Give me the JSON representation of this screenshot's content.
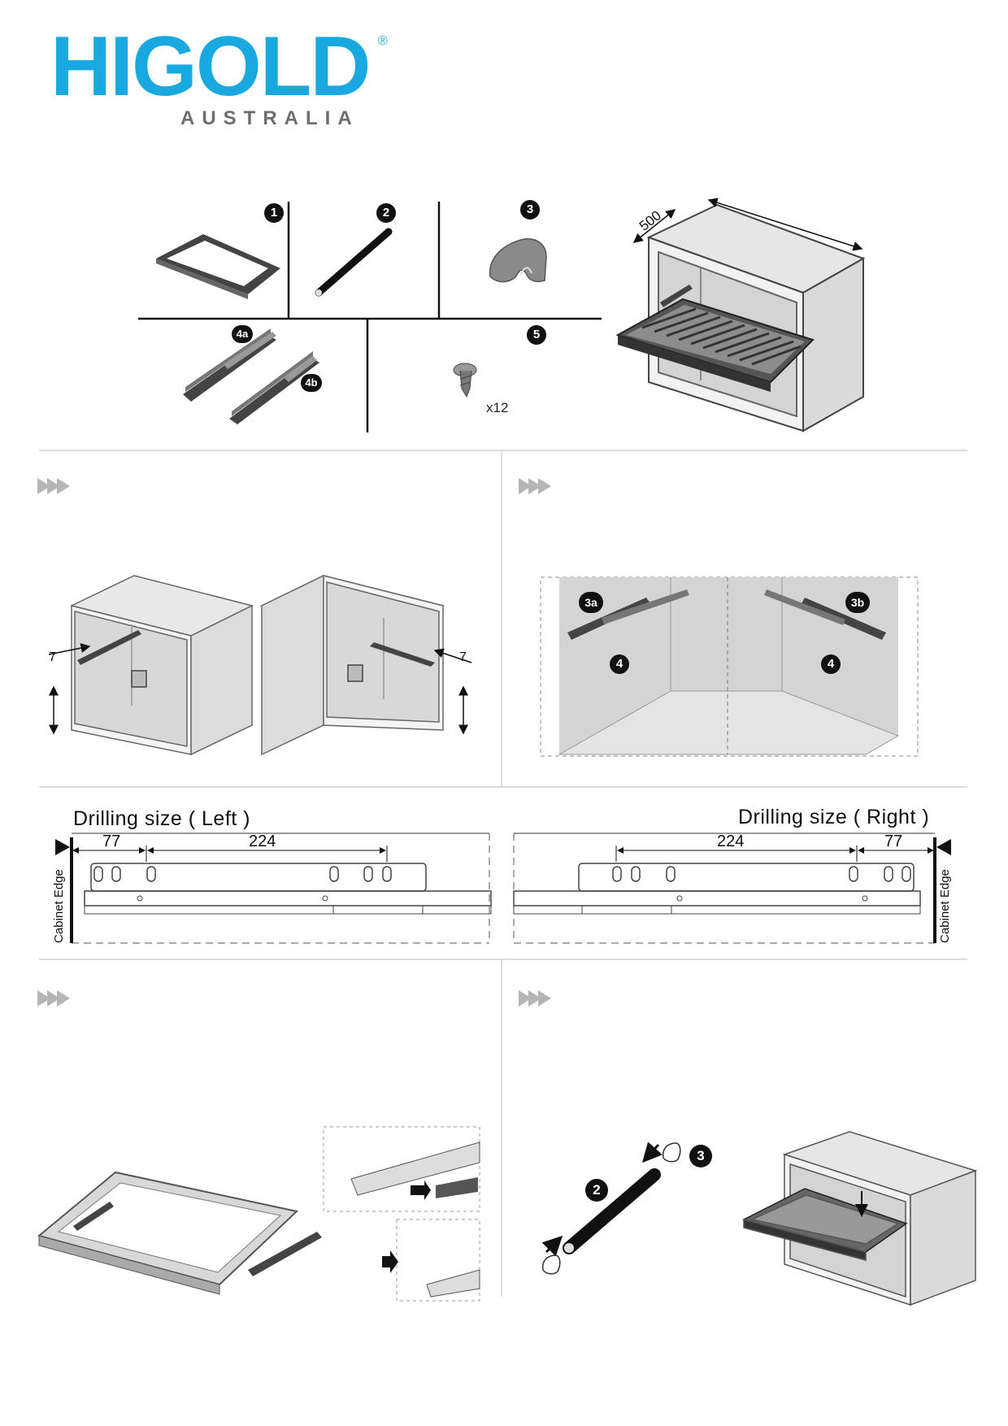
{
  "brand": {
    "name": "HIGOLD",
    "registered": "®",
    "region": "AUSTRALIA",
    "color": "#19a9e0"
  },
  "parts": [
    {
      "id": "1",
      "icon": "frame-icon"
    },
    {
      "id": "2",
      "icon": "rod-icon"
    },
    {
      "id": "3",
      "icon": "rod-bracket-icon"
    },
    {
      "id": "4a",
      "icon": "slide-rail-4a-icon"
    },
    {
      "id": "4b",
      "icon": "slide-rail-4b-icon"
    },
    {
      "id": "5",
      "icon": "screw-icon",
      "quantity": "x12"
    }
  ],
  "overview": {
    "depth_label": "500"
  },
  "step_markers": [
    "step-arrows-icon",
    "step-arrows-icon",
    "step-arrows-icon",
    "step-arrows-icon"
  ],
  "step1": {
    "offset_label_left": "7",
    "offset_label_right": "7"
  },
  "step2": {
    "label_left_rail": "3a",
    "label_right_rail": "3b",
    "label_left_screws": "4",
    "label_right_screws": "4"
  },
  "drilling": {
    "left": {
      "title": "Drilling size ( Left )",
      "dim_edge": "77",
      "dim_holes": "224",
      "edge_label": "Cabinet Edge"
    },
    "right": {
      "title": "Drilling size ( Right )",
      "dim_edge": "77",
      "dim_holes": "224",
      "edge_label": "Cabinet Edge"
    }
  },
  "step4": {
    "label_rod": "2",
    "label_bracket": "3"
  }
}
